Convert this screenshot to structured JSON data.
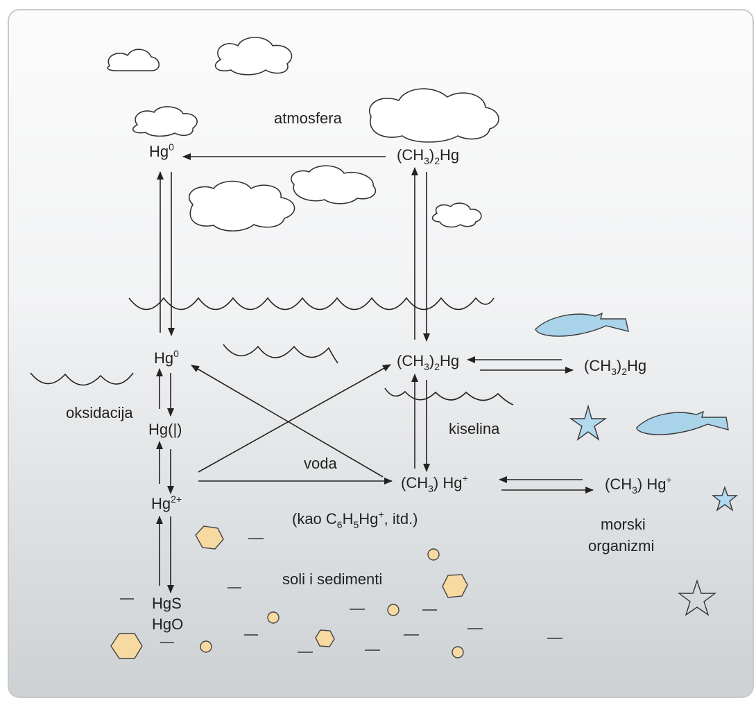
{
  "labels": {
    "atmosfera": "atmosfera",
    "oksidacija": "oksidacija",
    "kiselina": "kiselina",
    "voda": "voda",
    "soli_sedimenti": "soli i sedimenti",
    "morski": "morski",
    "organizmi": "organizmi"
  },
  "species": {
    "hg0_air": {
      "base": "Hg",
      "sup": "0"
    },
    "dimethyl_air": {
      "p1": "(CH",
      "s1": "3",
      "p2": ")",
      "s2": "2",
      "p3": "Hg"
    },
    "hg0_water": {
      "base": "Hg",
      "sup": "0"
    },
    "hg1": "Hg(|)",
    "hg2": {
      "base": "Hg",
      "sup": "2+"
    },
    "hgs": "HgS",
    "hgo": "HgO",
    "dimethyl_water": {
      "p1": "(CH",
      "s1": "3",
      "p2": ")",
      "s2": "2",
      "p3": "Hg"
    },
    "dimethyl_org": {
      "p1": "(CH",
      "s1": "3",
      "p2": ")",
      "s2": "2",
      "p3": "Hg"
    },
    "methyl_water": {
      "p1": "(CH",
      "s1": "3",
      "p2": ") Hg",
      "sup": "+"
    },
    "methyl_org": {
      "p1": "(CH",
      "s1": "3",
      "p2": ") Hg",
      "sup": "+"
    },
    "kao": {
      "p1": "(kao C",
      "s1": "6",
      "p2": "H",
      "s2": "5",
      "p3": "Hg",
      "sup": "+",
      "p4": ", itd.)"
    }
  },
  "colors": {
    "background_top": "#fbfbfb",
    "background_bottom": "#cdd1d4",
    "fish": "#a9d3e8",
    "star": "#b3d9ef",
    "sediment": "#f7d9a2",
    "line": "#222222"
  }
}
